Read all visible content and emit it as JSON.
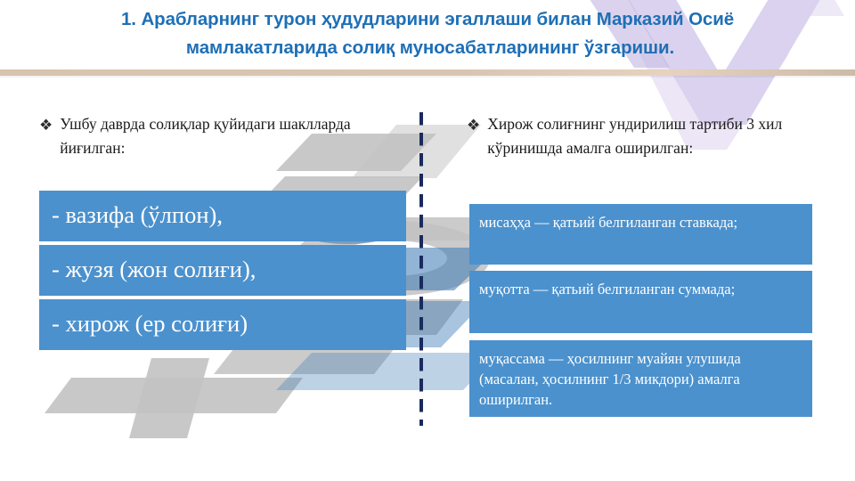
{
  "slide": {
    "title": {
      "line1": "1. Арабларнинг турон ҳудудларини эгаллаши билан Марказий Осиё",
      "line2": "мамлакатларида солиқ муносабатларининг ўзгариши."
    },
    "bullet_glyph": "❖",
    "left_column": {
      "bullet": "Ушбу даврда солиқлар қуйидаги шаклларда йиғилган:",
      "items": [
        "- вазифа (ўлпон),",
        "- жузя (жон солиғи),",
        "- хирож (ер солиғи)"
      ]
    },
    "right_column": {
      "bullet": "Хирож солиғнинг ундирилиш тартиби 3 хил кўринишда амалга оширилган:",
      "items": [
        "мисаҳҳа — қатьий белгиланган ставкада;",
        "муқотта — қатьий белгиланган суммада;",
        "муқассама — ҳосилнинг муайян улушида (масалан, ҳосилнинг 1/3 микдори) амалга оширилган."
      ]
    },
    "colors": {
      "title": "#1f6fb5",
      "box_fill": "#4b91cd",
      "box_text": "#ffffff",
      "divider_bar": "#d9c6b2",
      "vertical_separator": "#1b2a5e",
      "watermark_gray": "#bfbfbf",
      "watermark_purple": "#cdc1e8"
    }
  }
}
